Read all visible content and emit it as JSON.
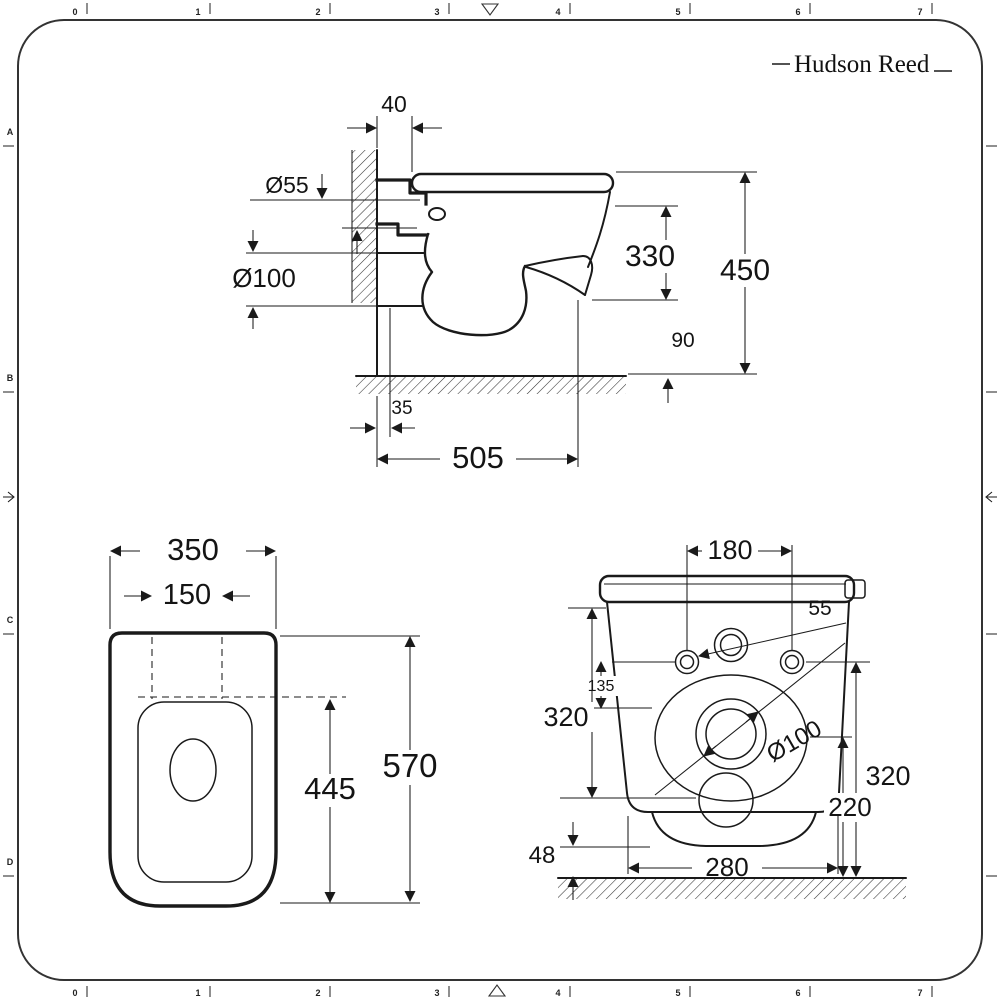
{
  "colors": {
    "ink": "#1a1a1a",
    "paper": "#ffffff"
  },
  "brand": {
    "name": "Hudson Reed"
  },
  "frame": {
    "top_ruler": [
      "0",
      "1",
      "2",
      "3",
      "4",
      "5",
      "6",
      "7"
    ],
    "bottom_ruler": [
      "0",
      "1",
      "2",
      "3",
      "4",
      "5",
      "6",
      "7"
    ],
    "left_ruler": [
      "A",
      "B",
      "C",
      "D"
    ]
  },
  "side_view": {
    "dims": {
      "fixing_offset": "40",
      "inlet_diameter": "Ø55",
      "outlet_diameter": "Ø100",
      "rim_height": "330",
      "overall_height": "450",
      "floor_clearance": "90",
      "wall_gap": "35",
      "projection": "505"
    }
  },
  "top_view": {
    "dims": {
      "overall_width": "350",
      "inner_width": "150",
      "bowl_depth": "445",
      "overall_depth": "570"
    }
  },
  "front_view": {
    "dims": {
      "fixing_centres": "180",
      "fixing_hole_dia": "55",
      "fixing_drop": "135",
      "height_left": "320",
      "waste_dia": "Ø100",
      "height_right": "320",
      "waste_height": "220",
      "floor_gap": "48",
      "base_width": "280"
    }
  }
}
